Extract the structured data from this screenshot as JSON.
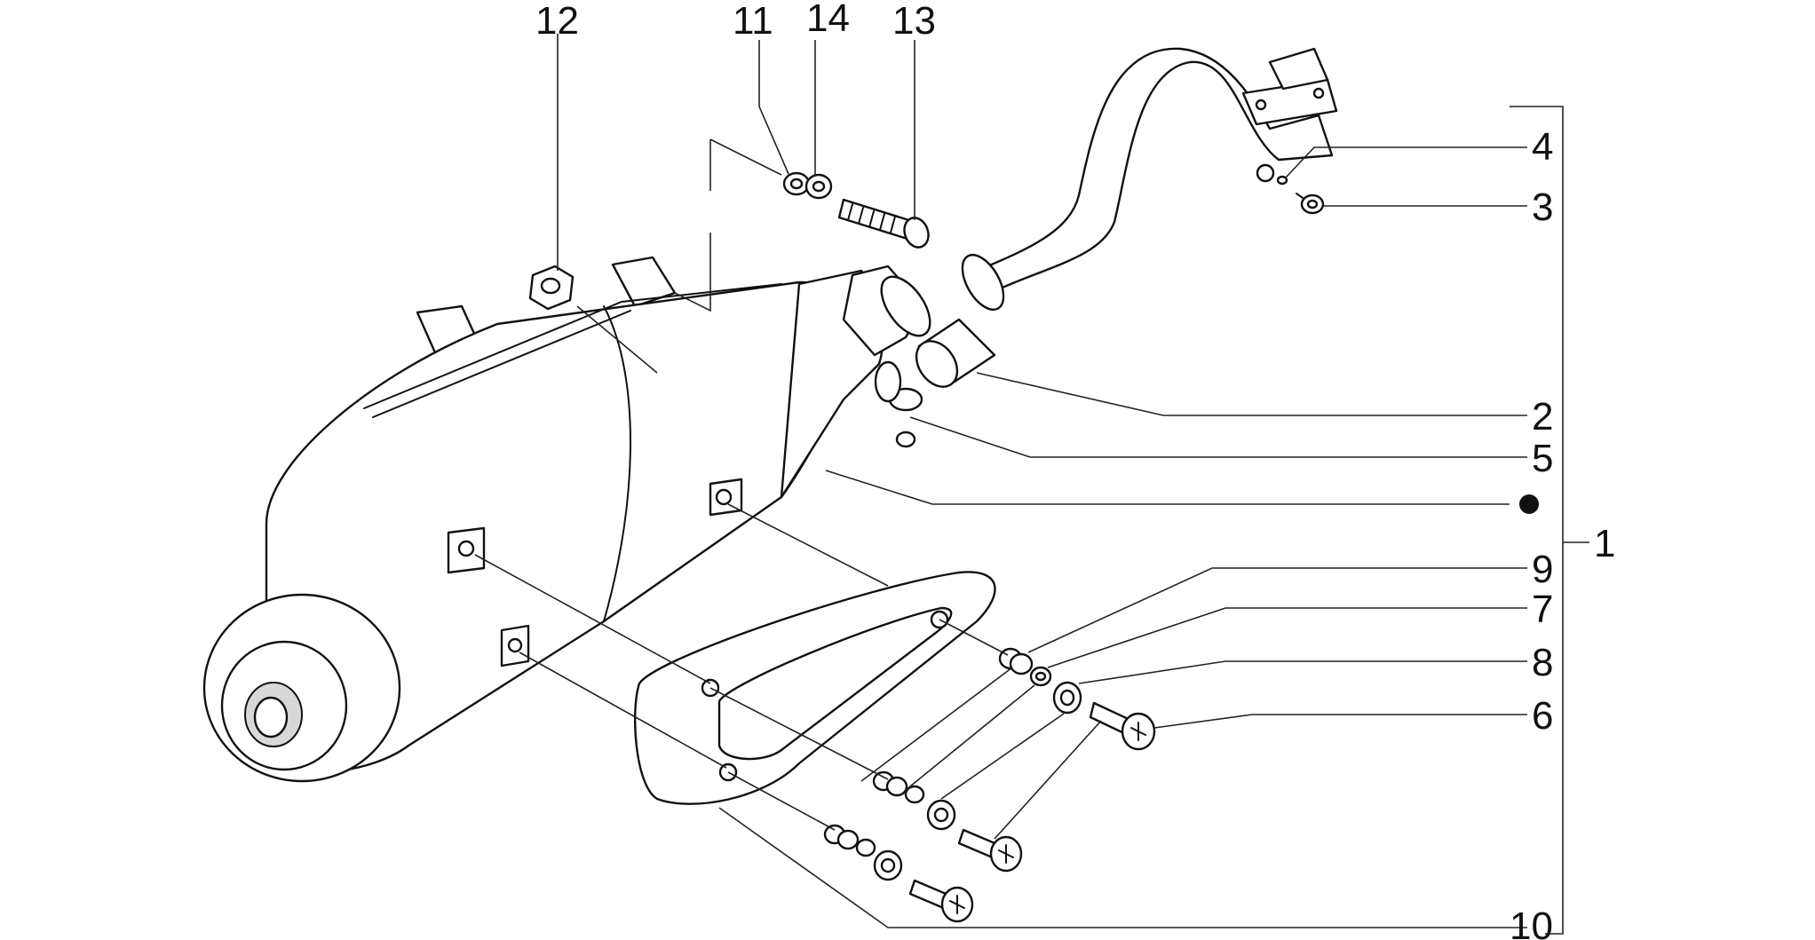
{
  "diagram": {
    "callouts": [
      {
        "id": "12",
        "label": "12"
      },
      {
        "id": "11",
        "label": "11"
      },
      {
        "id": "14",
        "label": "14"
      },
      {
        "id": "13",
        "label": "13"
      },
      {
        "id": "4",
        "label": "4"
      },
      {
        "id": "3",
        "label": "3"
      },
      {
        "id": "2",
        "label": "2"
      },
      {
        "id": "5",
        "label": "5"
      },
      {
        "id": "1",
        "label": "1"
      },
      {
        "id": "9",
        "label": "9"
      },
      {
        "id": "7",
        "label": "7"
      },
      {
        "id": "8",
        "label": "8"
      },
      {
        "id": "6",
        "label": "6"
      },
      {
        "id": "10",
        "label": "10"
      }
    ],
    "marker_icon": "filled-circle-icon",
    "line_color": "#111111",
    "background_color": "#ffffff"
  }
}
